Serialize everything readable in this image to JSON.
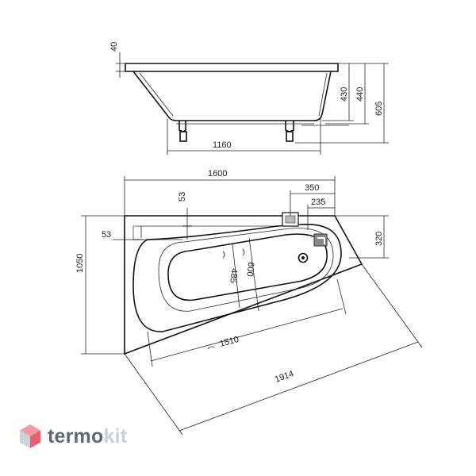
{
  "side_view": {
    "dims": {
      "rim_height": "40",
      "depth_1": "430",
      "depth_2": "440",
      "total_height": "605",
      "bottom_length": "1160"
    }
  },
  "plan_view": {
    "dims": {
      "total_length": "1600",
      "overflow_offset_x": "350",
      "drain_offset_x": "235",
      "rim_y": "53",
      "rim_x": "53",
      "width": "1050",
      "drain_offset_y": "320",
      "inner_width": "485",
      "outer_width": "600",
      "inner_length": "1510",
      "diagonal": "1914"
    }
  },
  "brand": {
    "name_part1": "termo",
    "name_part2": "kit",
    "colors": {
      "primary": "#5b6a75",
      "secondary": "#c5d0d8",
      "accent": "#e94a5a"
    }
  }
}
